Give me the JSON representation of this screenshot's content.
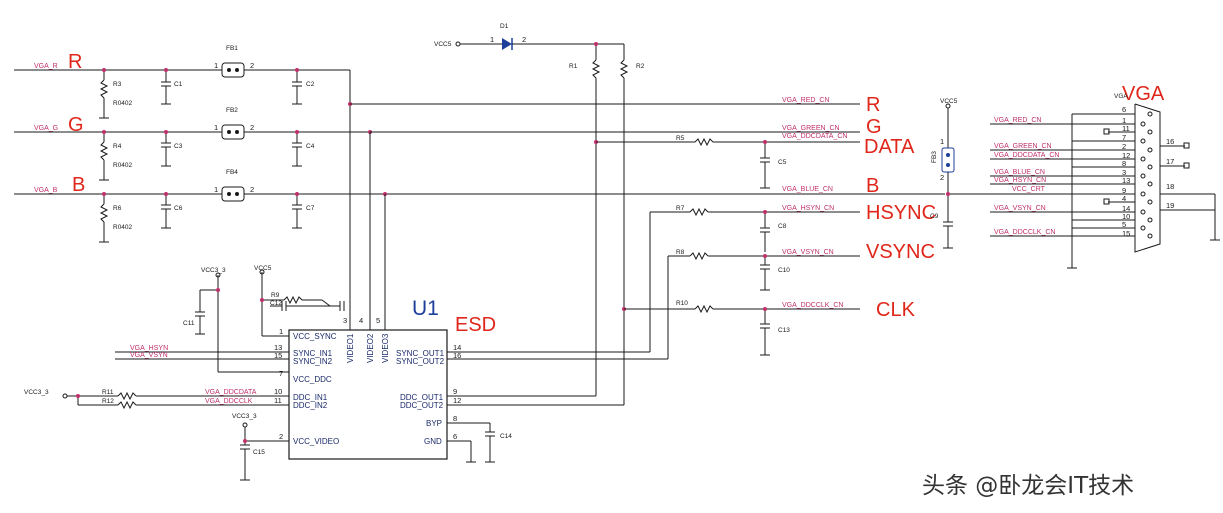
{
  "annotations": {
    "r_in": "R",
    "g_in": "G",
    "b_in": "B",
    "r_out": "R",
    "g_out": "G",
    "data_out": "DATA",
    "b_out": "B",
    "hsync_out": "HSYNC",
    "vsync_out": "VSYNC",
    "clk_out": "CLK",
    "vga": "VGA",
    "u1": "U1",
    "esd": "ESD"
  },
  "nets": {
    "vga_r": "VGA_R",
    "vga_g": "VGA_G",
    "vga_b": "VGA_B",
    "red_cn": "VGA_RED_CN",
    "green_cn": "VGA_GREEN_CN",
    "ddcdata_cn": "VGA_DDCDATA_CN",
    "blue_cn": "VGA_BLUE_CN",
    "hsyn_cn": "VGA_HSYN_CN",
    "vsyn_cn": "VGA_VSYN_CN",
    "ddcclk_cn": "VGA_DDCCLK_CN",
    "vga_hsyn": "VGA_HSYN",
    "vga_vsyn": "VGA_VSYN",
    "vga_ddcdata": "VGA_DDCDATA",
    "vga_ddcclk": "VGA_DDCCLK",
    "vcc_crt": "VCC_CRT",
    "conn_hsyn": "VGA_HSYN_CN"
  },
  "power": {
    "vcc5_d1": "VCC5",
    "vcc5_u1": "VCC5",
    "vcc5_fb3": "VCC5",
    "vcc3_3_a": "VCC3_3",
    "vcc3_3_b": "VCC3_3",
    "vcc3_3_c": "VCC3_3"
  },
  "refs": {
    "fb1": "FB1",
    "fb2": "FB2",
    "fb4": "FB4",
    "fb3": "FB3",
    "d1": "D1",
    "r1": "R1",
    "r2": "R2",
    "r3": "R3",
    "r4": "R4",
    "r6": "R6",
    "r5": "R5",
    "r7": "R7",
    "r8": "R8",
    "r9": "R9",
    "r10": "R10",
    "r11": "R11",
    "r12": "R12",
    "c1": "C1",
    "c2": "C2",
    "c3": "C3",
    "c4": "C4",
    "c6": "C6",
    "c7": "C7",
    "c5": "C5",
    "c8": "C8",
    "c9": "C9",
    "c10": "C10",
    "c11": "C11",
    "c12": "C12",
    "c13": "C13",
    "c14": "C14",
    "c15": "C15",
    "r0402_a": "R0402",
    "r0402_b": "R0402",
    "r0402_c": "R0402"
  },
  "pin_numbers": {
    "fb1_1": "1",
    "fb1_2": "2",
    "fb2_1": "1",
    "fb2_2": "2",
    "fb4_1": "1",
    "fb4_2": "2",
    "d1_1": "1",
    "d1_2": "2",
    "fb3_1": "1",
    "fb3_2": "2",
    "u_1": "1",
    "u_13": "13",
    "u_15": "15",
    "u_7": "7",
    "u_10": "10",
    "u_11": "11",
    "u_2": "2",
    "u_3": "3",
    "u_4": "4",
    "u_5": "5",
    "u_14": "14",
    "u_16": "16",
    "u_9": "9",
    "u_12": "12",
    "u_8": "8",
    "u_6": "6"
  },
  "u1_pins": {
    "vcc_sync": "VCC_SYNC",
    "sync_in1": "SYNC_IN1",
    "sync_in2": "SYNC_IN2",
    "vcc_ddc": "VCC_DDC",
    "ddc_in1": "DDC_IN1",
    "ddc_in2": "DDC_IN2",
    "vcc_video": "VCC_VIDEO",
    "video1": "VIDEO1",
    "video2": "VIDEO2",
    "video3": "VIDEO3",
    "sync_out1": "SYNC_OUT1",
    "sync_out2": "SYNC_OUT2",
    "ddc_out1": "DDC_OUT1",
    "ddc_out2": "DDC_OUT2",
    "byp": "BYP",
    "gnd": "GND"
  },
  "connector": {
    "title": "VGA",
    "pins": [
      "6",
      "1",
      "11",
      "7",
      "2",
      "12",
      "8",
      "3",
      "13",
      "9",
      "4",
      "14",
      "10",
      "5",
      "15"
    ],
    "side_pins": [
      "16",
      "17",
      "18",
      "19"
    ]
  },
  "watermark": "头条 @卧龙会IT技术"
}
